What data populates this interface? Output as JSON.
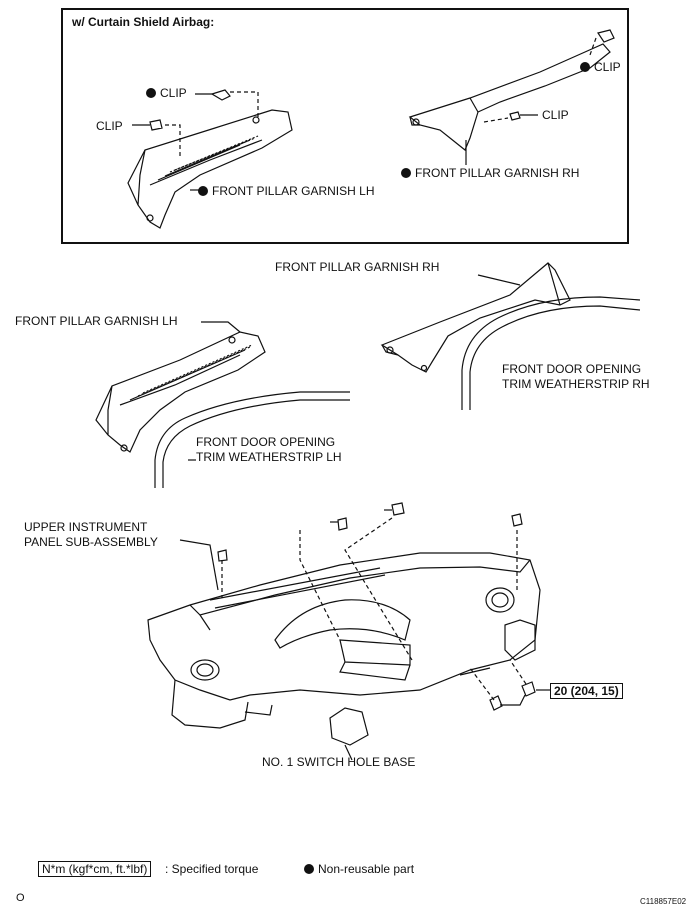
{
  "inset": {
    "title": "w/ Curtain Shield Airbag:",
    "clip_a": "CLIP",
    "clip_b": "CLIP",
    "clip_c": "CLIP",
    "clip_d": "CLIP",
    "garnish_lh": "FRONT PILLAR GARNISH LH",
    "garnish_rh": "FRONT PILLAR GARNISH RH"
  },
  "middle": {
    "garnish_rh": "FRONT PILLAR GARNISH RH",
    "garnish_lh": "FRONT PILLAR GARNISH LH",
    "weather_rh_1": "FRONT DOOR OPENING",
    "weather_rh_2": "TRIM WEATHERSTRIP RH",
    "weather_lh_1": "FRONT DOOR OPENING",
    "weather_lh_2": "TRIM WEATHERSTRIP LH"
  },
  "bottom": {
    "panel_1": "UPPER INSTRUMENT",
    "panel_2": "PANEL SUB-ASSEMBLY",
    "torque": "20 (204, 15)",
    "switch_base": "NO. 1 SWITCH HOLE BASE"
  },
  "legend": {
    "torque_unit": "N*m (kgf*cm, ft.*lbf)",
    "torque_desc": ": Specified torque",
    "nonreusable": "Non-reusable part"
  },
  "footer": {
    "left_mark": "O",
    "figure_id": "C118857E02"
  }
}
